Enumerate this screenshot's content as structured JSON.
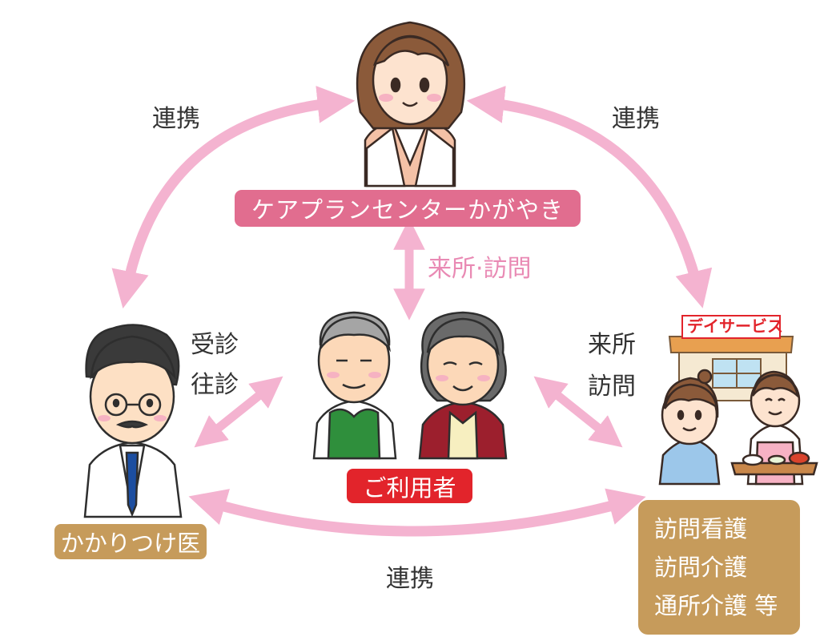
{
  "colors": {
    "arrow": "#f4b3d0",
    "center_badge": "#e16d8f",
    "user_badge": "#e2242b",
    "gold_badge": "#c69b5b",
    "label_pink": "#e98ab4",
    "text": "#333333"
  },
  "nodes": {
    "care_center": {
      "label": "ケアプランセンターかがやき"
    },
    "user": {
      "label": "ご利用者"
    },
    "doctor": {
      "label": "かかりつけ医"
    },
    "day_service": {
      "sign": "デイサービス",
      "services": [
        "訪問看護",
        "訪問介護",
        "通所介護 等"
      ]
    }
  },
  "edges": {
    "center_doctor": "連携",
    "center_dayservice": "連携",
    "doctor_dayservice": "連携",
    "center_user": "来所·訪問",
    "user_doctor": [
      "受診",
      "往診"
    ],
    "user_dayservice": [
      "来所",
      "訪問"
    ]
  },
  "icons": [
    "care-manager-icon",
    "doctor-icon",
    "elderly-man-icon",
    "elderly-woman-icon",
    "day-service-building-icon",
    "caregiver-icon",
    "meal-tray-caregiver-icon"
  ]
}
